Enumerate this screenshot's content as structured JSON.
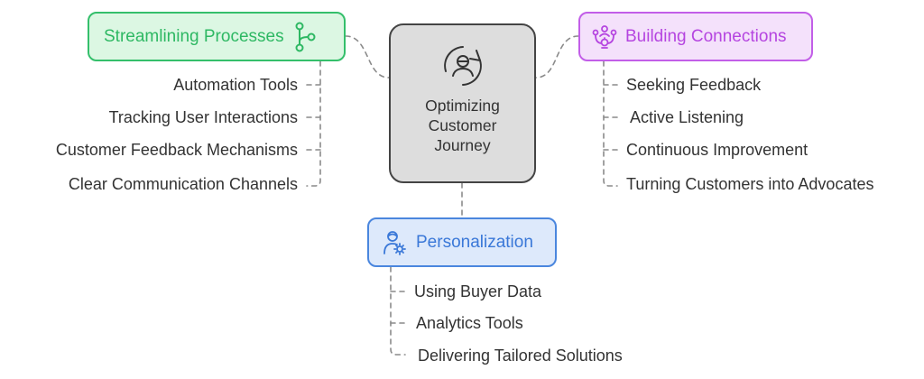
{
  "central": {
    "title": "Optimizing\nCustomer\nJourney",
    "icon": "customer-journey-cycle-icon"
  },
  "branches": {
    "streamlining": {
      "label": "Streamlining Processes",
      "icon": "branch-flow-icon",
      "color": "#2eb863",
      "items": [
        "Automation Tools",
        "Tracking User Interactions",
        "Customer Feedback Mechanisms",
        "Clear Communication Channels"
      ]
    },
    "building": {
      "label": "Building Connections",
      "icon": "people-network-icon",
      "color": "#b545e0",
      "items": [
        "Seeking Feedback",
        "Active Listening",
        "Continuous Improvement",
        "Turning Customers into Advocates"
      ]
    },
    "personalization": {
      "label": "Personalization",
      "icon": "user-gear-icon",
      "color": "#3a78d8",
      "items": [
        "Using Buyer Data",
        "Analytics Tools",
        "Delivering Tailored Solutions"
      ]
    }
  },
  "colors": {
    "connector": "#888888",
    "central_border": "#444444",
    "central_fill": "#dddddd"
  }
}
